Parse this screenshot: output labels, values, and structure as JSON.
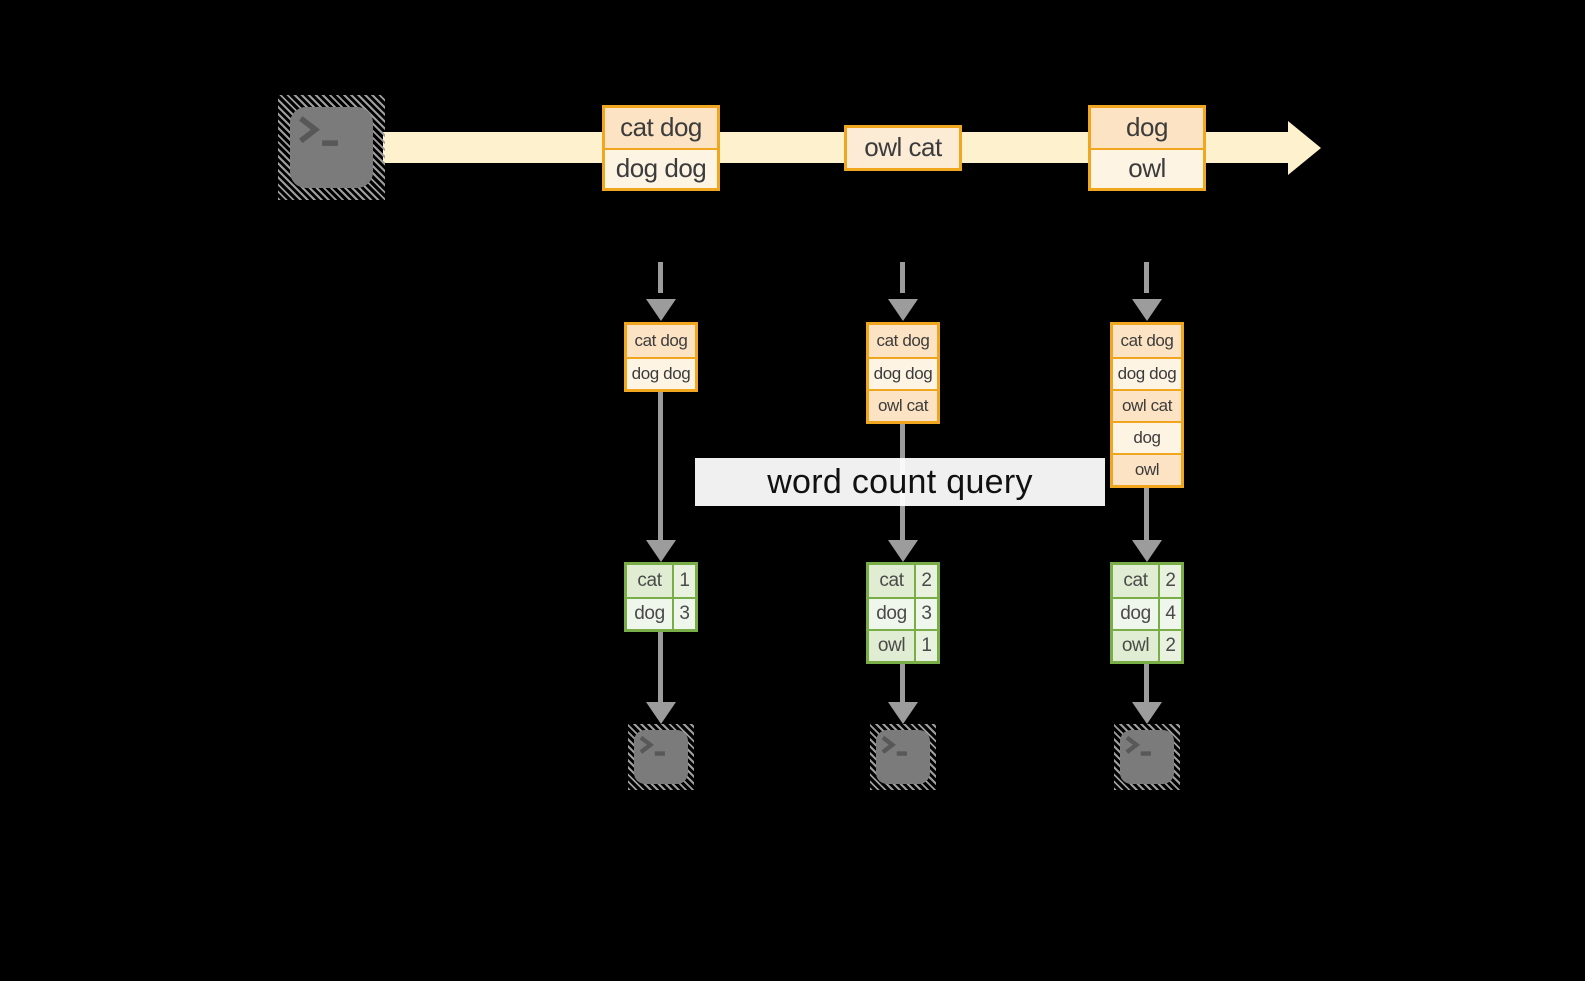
{
  "query_label": "word count query",
  "stream": {
    "source_icon": "terminal-icon",
    "direction": "left-to-right",
    "batches": [
      {
        "items": [
          {
            "text": "cat dog",
            "tone": "dark"
          },
          {
            "text": "dog dog",
            "tone": "light"
          }
        ]
      },
      {
        "items": [
          {
            "text": "owl cat",
            "tone": "mid"
          }
        ]
      },
      {
        "items": [
          {
            "text": "dog",
            "tone": "dark"
          },
          {
            "text": "owl",
            "tone": "light"
          }
        ]
      }
    ]
  },
  "columns": [
    {
      "received": [
        {
          "text": "cat dog",
          "tone": "dark"
        },
        {
          "text": "dog dog",
          "tone": "light"
        }
      ],
      "word_counts": [
        {
          "word": "cat",
          "count": "1"
        },
        {
          "word": "dog",
          "count": "3"
        }
      ],
      "sink_icon": "terminal-icon"
    },
    {
      "received": [
        {
          "text": "cat dog",
          "tone": "dark"
        },
        {
          "text": "dog dog",
          "tone": "light"
        },
        {
          "text": "owl cat",
          "tone": "dark"
        }
      ],
      "word_counts": [
        {
          "word": "cat",
          "count": "2"
        },
        {
          "word": "dog",
          "count": "3"
        },
        {
          "word": "owl",
          "count": "1"
        }
      ],
      "sink_icon": "terminal-icon"
    },
    {
      "received": [
        {
          "text": "cat dog",
          "tone": "dark"
        },
        {
          "text": "dog dog",
          "tone": "light"
        },
        {
          "text": "owl cat",
          "tone": "dark"
        },
        {
          "text": "dog",
          "tone": "light"
        },
        {
          "text": "owl",
          "tone": "dark"
        }
      ],
      "word_counts": [
        {
          "word": "cat",
          "count": "2"
        },
        {
          "word": "dog",
          "count": "4"
        },
        {
          "word": "owl",
          "count": "2"
        }
      ],
      "sink_icon": "terminal-icon"
    }
  ],
  "colors": {
    "background": "#000000",
    "stream_band": "#fdf2cd",
    "box_border": "#f0a71f",
    "box_fill_dark": "#fbe3c3",
    "box_fill_light": "#fdf4e4",
    "table_border": "#79ad48",
    "table_fill_dark": "#e0edd2",
    "table_fill_light": "#eff6eb",
    "connector_gray": "#9c9c9c"
  }
}
